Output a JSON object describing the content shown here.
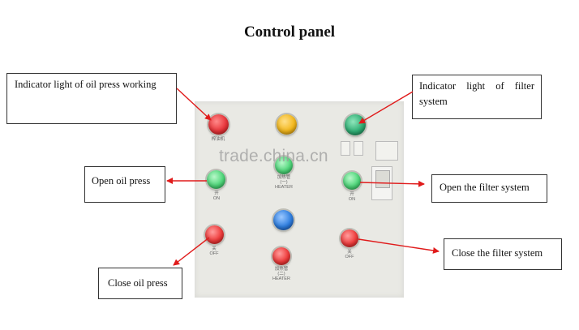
{
  "title": "Control panel",
  "watermark": "trade.china.cn",
  "labels": {
    "oil_press_light": "Indicator light of oil press working",
    "filter_light": "Indicator light of filter system",
    "open_oil_press": "Open oil press",
    "open_filter": "Open the filter system",
    "close_filter": "Close the filter system",
    "close_oil_press": "Close oil press"
  },
  "panel_text": {
    "on_left": "开\nON",
    "on_right": "开\nON",
    "off_left": "关\nOFF",
    "off_right": "关\nOFF",
    "heater_top": "加热管\n(一)\nHEATER",
    "heater_bottom": "加热管\n(二)\nHEATER",
    "oil_press_cn": "榨油机"
  },
  "colors": {
    "red_lamp": "#e8353a",
    "yellow_lamp": "#f3b81d",
    "dark_green_lamp": "#2fae74",
    "green_button": "#4fd77a",
    "blue_button": "#2f7fe0",
    "red_button": "#ef3b3b",
    "arrow": "#e01b1b"
  }
}
